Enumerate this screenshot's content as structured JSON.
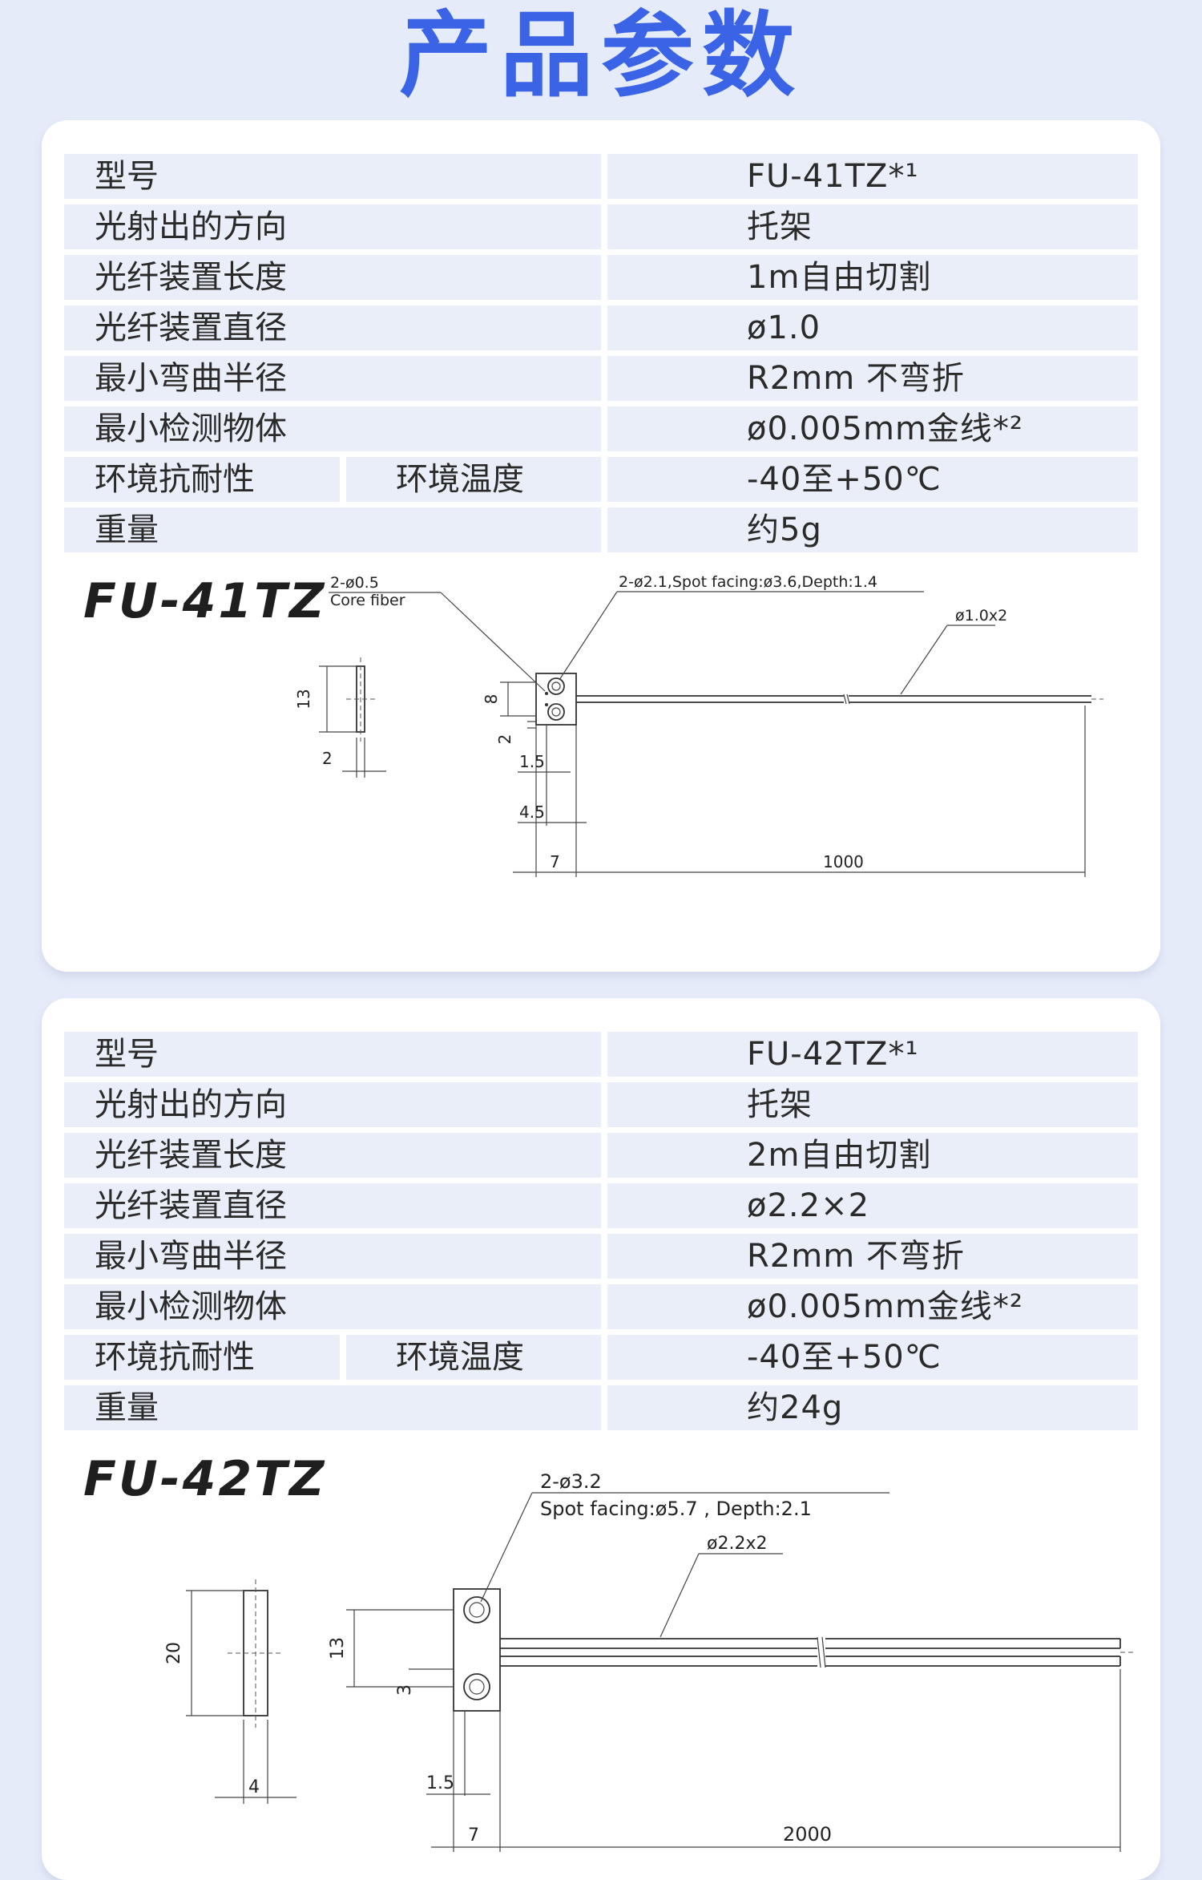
{
  "page": {
    "title": "产品参数"
  },
  "products": [
    {
      "model_title": "FU-41TZ",
      "rows": [
        {
          "label": "型号",
          "value": "FU-41TZ*¹"
        },
        {
          "label": "光射出的方向",
          "value": "托架"
        },
        {
          "label": "光纤装置长度",
          "value": "1m自由切割"
        },
        {
          "label": "光纤装置直径",
          "value": "ø1.0"
        },
        {
          "label": "最小弯曲半径",
          "value": "R2mm 不弯折"
        },
        {
          "label": "最小检测物体",
          "value": "ø0.005mm金线*²"
        },
        {
          "label": "环境抗耐性",
          "sublabel": "环境温度",
          "value": "-40至+50℃"
        },
        {
          "label": "重量",
          "value": "约5g"
        }
      ],
      "drawing": {
        "core_label": "2-ø0.5",
        "core_label_2": "Core fiber",
        "hole_label": "2-ø2.1,Spot facing:ø3.6,Depth:1.4",
        "fiber_label": "ø1.0x2",
        "dim_height": "13",
        "dim_width": "2",
        "dim_pitch": "8",
        "dim_offset": "2",
        "dim_a": "1.5",
        "dim_b": "4.5",
        "dim_block": "7",
        "dim_length": "1000"
      }
    },
    {
      "model_title": "FU-42TZ",
      "rows": [
        {
          "label": "型号",
          "value": "FU-42TZ*¹"
        },
        {
          "label": "光射出的方向",
          "value": "托架"
        },
        {
          "label": "光纤装置长度",
          "value": "2m自由切割"
        },
        {
          "label": "光纤装置直径",
          "value": "ø2.2×2"
        },
        {
          "label": "最小弯曲半径",
          "value": "R2mm 不弯折"
        },
        {
          "label": "最小检测物体",
          "value": "ø0.005mm金线*²"
        },
        {
          "label": "环境抗耐性",
          "sublabel": "环境温度",
          "value": "-40至+50℃"
        },
        {
          "label": "重量",
          "value": "约24g"
        }
      ],
      "drawing": {
        "hole_label": "2-ø3.2",
        "hole_label_2": "Spot facing:ø5.7 , Depth:2.1",
        "fiber_label": "ø2.2x2",
        "dim_height": "20",
        "dim_width": "4",
        "dim_pitch": "13",
        "dim_offset": "3",
        "dim_a": "1.5",
        "dim_block": "7",
        "dim_length": "2000"
      }
    }
  ]
}
